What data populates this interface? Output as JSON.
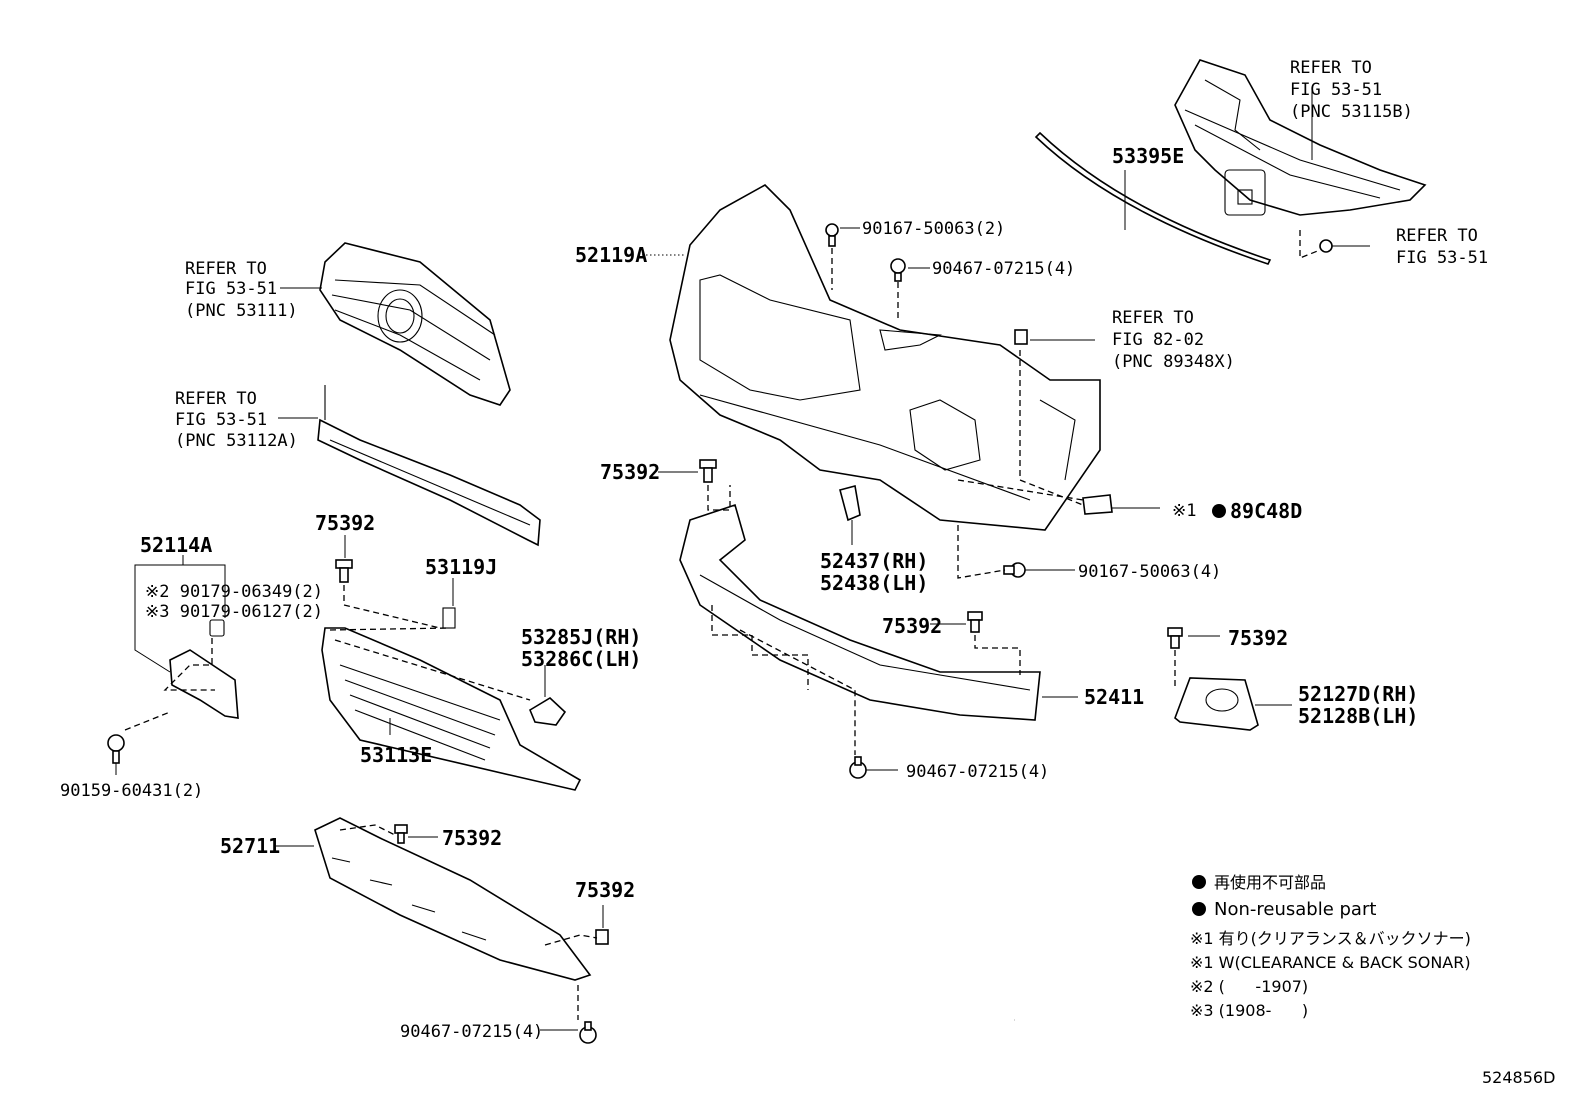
{
  "callouts": {
    "ref_53115b": [
      "REFER TO",
      "FIG 53-51",
      "(PNC 53115B)"
    ],
    "p53395e": "53395E",
    "ref_5351_right": [
      "REFER TO",
      "FIG 53-51"
    ],
    "p52119a": "52119A",
    "p90167_2": "90167-50063(2)",
    "p90467_top": "90467-07215(4)",
    "ref_53111": [
      "REFER TO",
      "FIG 53-51",
      "(PNC 53111)"
    ],
    "ref_89348x": [
      "REFER TO",
      "FIG 82-02",
      "(PNC 89348X)"
    ],
    "ref_53112a": [
      "REFER TO",
      "FIG 53-51",
      "(PNC 53112A)"
    ],
    "p75392_a": "75392",
    "p89c48d_mark": "※1",
    "p89c48d": "89C48D",
    "p52437": "52437(RH)",
    "p52438": "52438(LH)",
    "p90167_4": "90167-50063(4)",
    "p75392_b": "75392",
    "p52114a": "52114A",
    "p53119j": "53119J",
    "p90179_06349": "※2 90179-06349(2)",
    "p90179_06127": "※3 90179-06127(2)",
    "p75392_c": "75392",
    "p75392_d": "75392",
    "p53285j": "53285J(RH)",
    "p53286c": "53286C(LH)",
    "p52411": "52411",
    "p52127d": "52127D(RH)",
    "p52128b": "52128B(LH)",
    "p53113e": "53113E",
    "p90467_mid": "90467-07215(4)",
    "p90159": "90159-60431(2)",
    "p52711": "52711",
    "p75392_e": "75392",
    "p75392_f": "75392",
    "p90467_bottom": "90467-07215(4)"
  },
  "legend": {
    "jp_nonreusable": "再使用不可部品",
    "en_nonreusable": "Non-reusable part",
    "note1_jp": "※1 有り(クリアランス＆バックソナー)",
    "note1_en": "※1 W(CLEARANCE & BACK SONAR)",
    "note2": "※2 (      -1907)",
    "note3": "※3 (1908-      )"
  },
  "diagram_id": "524856D"
}
